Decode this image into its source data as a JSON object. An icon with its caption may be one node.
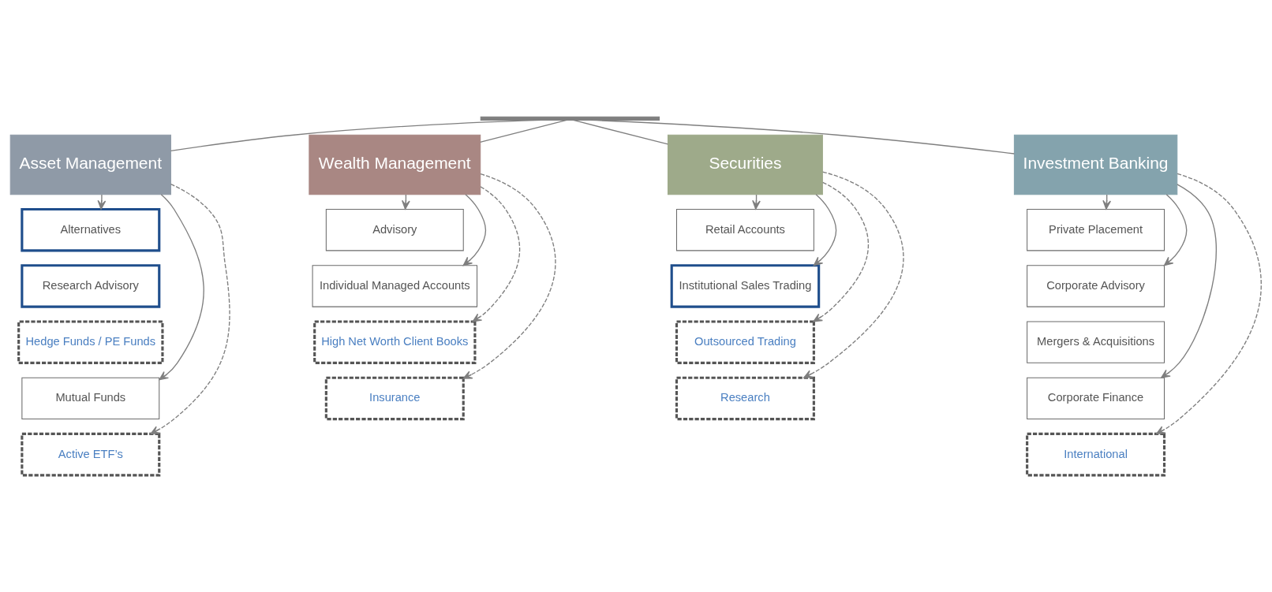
{
  "diagram": {
    "nodes": [
      {
        "text": [
          "Asset Management"
        ]
      },
      {
        "text": [
          "Alternatives"
        ]
      },
      {
        "text": [
          "Research Advisory"
        ]
      },
      {
        "text": [
          "Hedge Funds / PE Funds"
        ]
      },
      {
        "text": [
          "Mutual Funds"
        ]
      },
      {
        "text": [
          "Active ETF’s"
        ]
      },
      {
        "text": [
          "Wealth Management"
        ]
      },
      {
        "text": [
          "Advisory"
        ]
      },
      {
        "text": [
          "Individual Managed Accounts"
        ]
      },
      {
        "text": [
          "High Net Worth Client Books"
        ]
      },
      {
        "text": [
          "Insurance"
        ]
      },
      {
        "text": [
          "Securities"
        ]
      },
      {
        "text": [
          "Retail Accounts"
        ]
      },
      {
        "text": [
          "Institutional Sales Trading"
        ]
      },
      {
        "text": [
          "Outsourced Trading"
        ]
      },
      {
        "text": [
          "Research"
        ]
      },
      {
        "text": [
          "Investment Banking"
        ]
      },
      {
        "text": [
          "Private Placement"
        ]
      },
      {
        "text": [
          "Corporate Advisory"
        ]
      },
      {
        "text": [
          "Mergers & Acquisitions"
        ]
      },
      {
        "text": [
          "Corporate Finance"
        ]
      },
      {
        "text": [
          "International"
        ]
      },
      {
        "text": [],
        "shape": "bar"
      }
    ],
    "edges": [
      {
        "from": 22,
        "to": 0,
        "arrow": "none"
      },
      {
        "from": 22,
        "to": 6,
        "arrow": "none"
      },
      {
        "from": 22,
        "to": 11,
        "arrow": "none"
      },
      {
        "from": 22,
        "to": 16,
        "arrow": "none"
      },
      {
        "from": 0,
        "to": 1,
        "arrow": "to"
      },
      {
        "from": 0,
        "to": 4,
        "arrow": "to"
      },
      {
        "from": 0,
        "to": 5,
        "arrow": "to",
        "style": "dashed"
      },
      {
        "from": 6,
        "to": 7,
        "arrow": "to"
      },
      {
        "from": 6,
        "to": 8,
        "arrow": "to"
      },
      {
        "from": 6,
        "to": 9,
        "arrow": "to",
        "style": "dashed"
      },
      {
        "from": 6,
        "to": 10,
        "arrow": "to",
        "style": "dashed"
      },
      {
        "from": 11,
        "to": 12,
        "arrow": "to"
      },
      {
        "from": 11,
        "to": 13,
        "arrow": "to"
      },
      {
        "from": 11,
        "to": 14,
        "arrow": "to",
        "style": "dashed"
      },
      {
        "from": 11,
        "to": 15,
        "arrow": "to",
        "style": "dashed"
      },
      {
        "from": 16,
        "to": 17,
        "arrow": "to"
      },
      {
        "from": 16,
        "to": 18,
        "arrow": "to"
      },
      {
        "from": 16,
        "to": 20,
        "arrow": "to"
      },
      {
        "from": 16,
        "to": 21,
        "arrow": "to",
        "style": "dashed"
      }
    ]
  }
}
